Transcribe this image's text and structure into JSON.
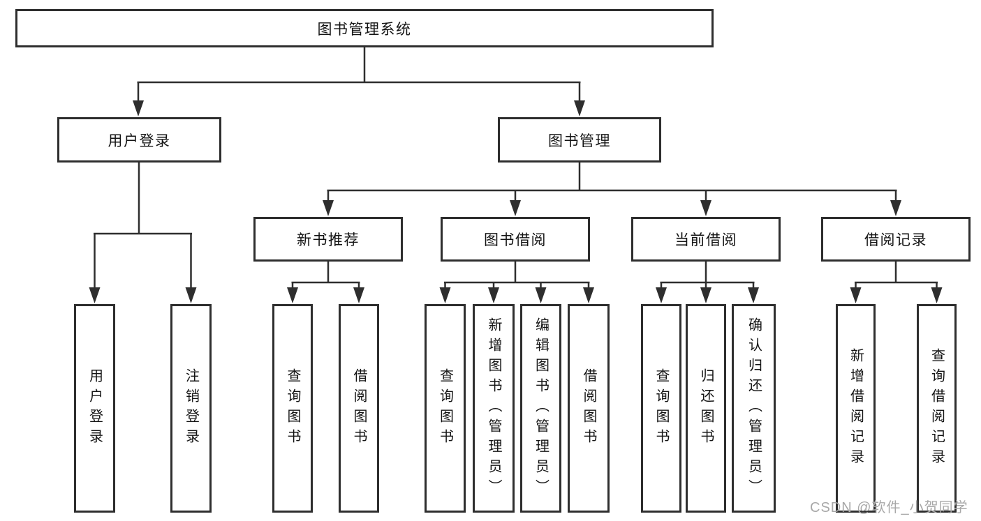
{
  "colors": {
    "line": "#2e2e2e",
    "text": "#141414",
    "background": "#ffffff",
    "watermark": "#a8a8a8"
  },
  "tree": {
    "root": {
      "label": "图书管理系统"
    },
    "children": [
      {
        "label": "用户登录",
        "children": [
          {
            "label": "用户登录"
          },
          {
            "label": "注销登录"
          }
        ]
      },
      {
        "label": "图书管理",
        "children": [
          {
            "label": "新书推荐",
            "children": [
              {
                "label": "查询图书"
              },
              {
                "label": "借阅图书"
              }
            ]
          },
          {
            "label": "图书借阅",
            "children": [
              {
                "label": "查询图书"
              },
              {
                "label": "新增图书（管理员）"
              },
              {
                "label": "编辑图书（管理员）"
              },
              {
                "label": "借阅图书"
              }
            ]
          },
          {
            "label": "当前借阅",
            "children": [
              {
                "label": "查询图书"
              },
              {
                "label": "归还图书"
              },
              {
                "label": "确认归还（管理员）"
              }
            ]
          },
          {
            "label": "借阅记录",
            "children": [
              {
                "label": "新增借阅记录"
              },
              {
                "label": "查询借阅记录"
              }
            ]
          }
        ]
      }
    ]
  },
  "watermark": {
    "text": "CSDN @软件_小贺同学"
  }
}
